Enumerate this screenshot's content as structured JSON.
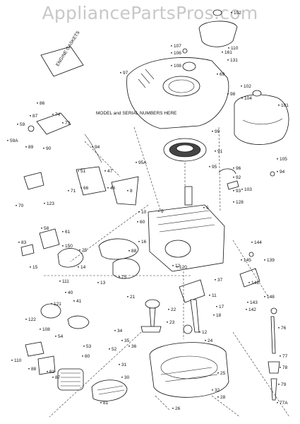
{
  "watermark": "AppliancePartsPros.com",
  "manual_text": "ENGINE GASKETS",
  "model_note": "MODEL and SERIAL NUMBERS HERE",
  "callouts": [
    "152",
    "110",
    "107",
    "161",
    "106",
    "131",
    "108",
    "69",
    "97",
    "98",
    "102",
    "104",
    "101",
    "99",
    "86",
    "87",
    "74",
    "73",
    "59",
    "59A",
    "89",
    "90",
    "94",
    "51",
    "47",
    "46",
    "66",
    "71",
    "70",
    "123",
    "91",
    "95A",
    "95",
    "96",
    "92",
    "103",
    "105",
    "94",
    "93",
    "128",
    "5",
    "8",
    "10",
    "9",
    "60",
    "58",
    "61",
    "83",
    "150",
    "25",
    "15",
    "14",
    "16",
    "88",
    "111",
    "75",
    "13",
    "120",
    "12",
    "11",
    "144",
    "145",
    "139",
    "141",
    "148",
    "143",
    "142",
    "37",
    "17",
    "18",
    "121",
    "40",
    "41",
    "21",
    "22",
    "122",
    "108",
    "54",
    "53",
    "52",
    "34",
    "35",
    "23",
    "12",
    "24",
    "110",
    "88",
    "62",
    "80",
    "87",
    "81",
    "36",
    "31",
    "30",
    "26",
    "25",
    "32",
    "28",
    "76",
    "77",
    "78",
    "79",
    "77A"
  ]
}
